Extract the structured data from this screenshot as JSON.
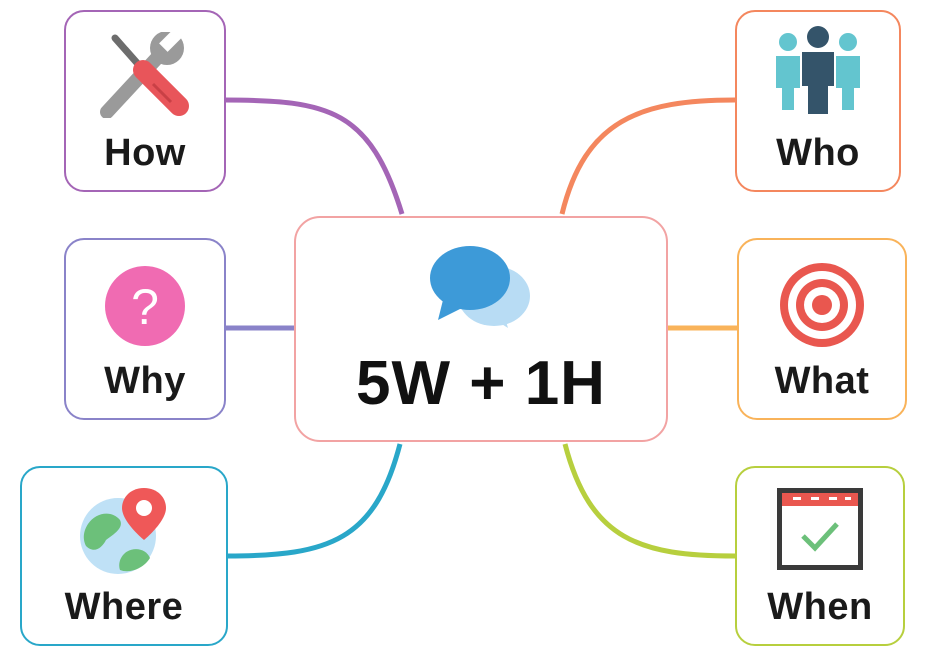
{
  "center": {
    "title": "5W + 1H",
    "icon": "chat-bubbles-icon",
    "border_color": "#f2a3a3"
  },
  "nodes": {
    "how": {
      "label": "How",
      "icon": "tools-icon",
      "color": "#a465b6"
    },
    "why": {
      "label": "Why",
      "icon": "question-icon",
      "color": "#8a83c9"
    },
    "where": {
      "label": "Where",
      "icon": "globe-pin-icon",
      "color": "#29a7c9"
    },
    "who": {
      "label": "Who",
      "icon": "people-icon",
      "color": "#f4875e"
    },
    "what": {
      "label": "What",
      "icon": "target-icon",
      "color": "#f9b35a"
    },
    "when": {
      "label": "When",
      "icon": "calendar-icon",
      "color": "#b7cf3e"
    }
  }
}
